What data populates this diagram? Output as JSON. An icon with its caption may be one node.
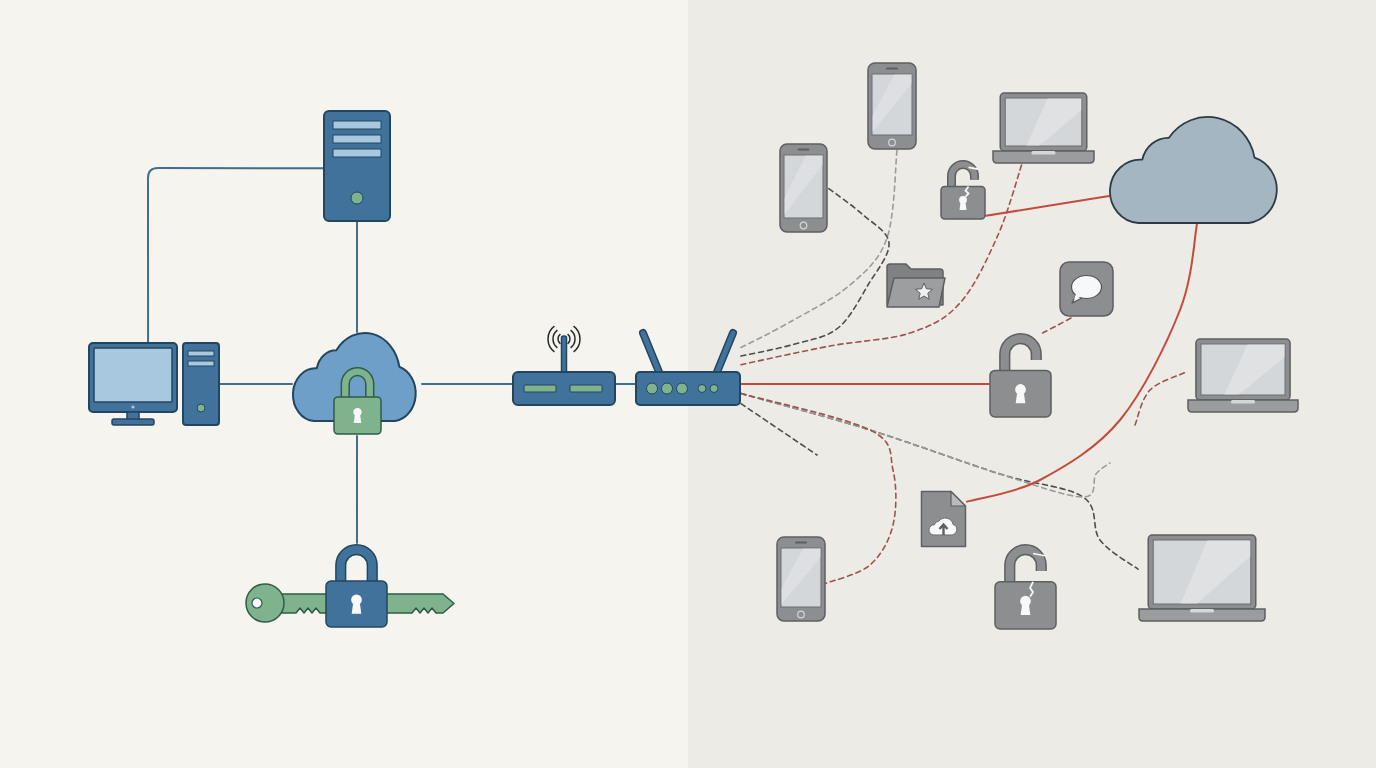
{
  "diagram": {
    "nodes": [
      {
        "text": [],
        "shape": "picture"
      },
      {
        "text": [],
        "shape": "picture"
      },
      {
        "text": [],
        "shape": "picture"
      },
      {
        "text": [],
        "shape": "picture"
      },
      {
        "text": [],
        "shape": "picture"
      },
      {
        "text": [],
        "shape": "picture"
      },
      {
        "text": [],
        "shape": "picture"
      },
      {
        "text": [],
        "shape": "picture"
      },
      {
        "text": [],
        "shape": "picture"
      },
      {
        "text": [],
        "shape": "picture"
      },
      {
        "text": [],
        "shape": "cloud"
      },
      {
        "text": [],
        "shape": "picture"
      },
      {
        "text": [],
        "shape": "picture"
      },
      {
        "text": [],
        "shape": "picture"
      },
      {
        "text": [],
        "shape": "picture"
      },
      {
        "text": [],
        "shape": "picture"
      },
      {
        "text": [],
        "shape": "picture"
      },
      {
        "text": [],
        "shape": "picture"
      },
      {
        "text": [],
        "shape": "picture"
      }
    ],
    "edges": [
      {
        "from": 1,
        "to": 0,
        "arrow": "none"
      },
      {
        "from": 1,
        "to": 2,
        "arrow": "none"
      },
      {
        "from": 0,
        "to": 2,
        "arrow": "none"
      },
      {
        "from": 2,
        "to": 3,
        "arrow": "none"
      },
      {
        "from": 2,
        "to": 4,
        "arrow": "none"
      },
      {
        "from": 4,
        "to": 5,
        "arrow": "none"
      },
      {
        "from": 5,
        "to": 6,
        "arrow": "none",
        "style": "dashed",
        "color": "#9b9b9b"
      },
      {
        "from": 5,
        "to": 8,
        "arrow": "none",
        "style": "dashed",
        "color": "#4d4d4d"
      },
      {
        "from": 5,
        "to": 7,
        "arrow": "none",
        "style": "dashed",
        "color": "#a0524b"
      },
      {
        "from": 5,
        "to": 13,
        "arrow": "none",
        "color": "#c44a3c"
      },
      {
        "from": 13,
        "to": 12,
        "arrow": "none",
        "style": "dashed",
        "color": "#a0524b"
      },
      {
        "from": 5,
        "to": 18,
        "arrow": "none",
        "style": "dashed",
        "color": "#4d4d4d"
      },
      {
        "from": 5,
        "to": null,
        "arrow": "none",
        "style": "dashed",
        "color": "#9b9b9b"
      },
      {
        "from": null,
        "to": 14,
        "arrow": "none",
        "style": "dashed",
        "color": "#a0524b"
      },
      {
        "from": 5,
        "to": null,
        "arrow": "none",
        "style": "dashed",
        "color": "#4d4d4d"
      },
      {
        "from": 5,
        "to": 16,
        "arrow": "none",
        "style": "dashed",
        "color": "#a0524b"
      },
      {
        "from": 10,
        "to": 9,
        "arrow": "none",
        "color": "#c44a3c"
      },
      {
        "from": 10,
        "to": 15,
        "arrow": "none",
        "color": "#c44a3c"
      }
    ]
  }
}
